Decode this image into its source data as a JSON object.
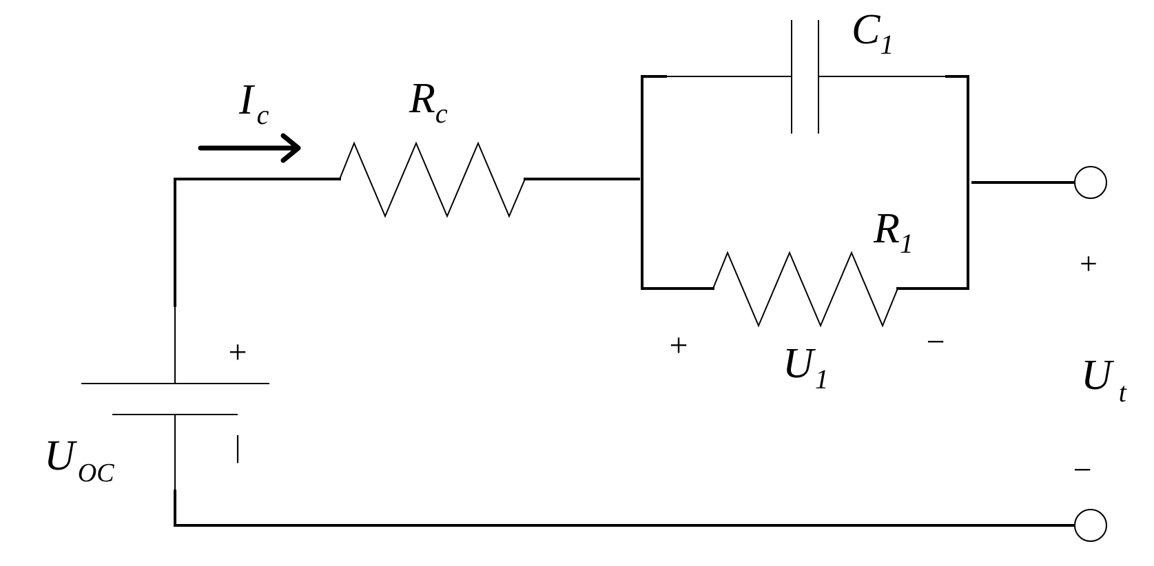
{
  "labels": {
    "current": {
      "main": "I",
      "sub": "c"
    },
    "series_resistor": {
      "main": "R",
      "sub": "c"
    },
    "capacitor": {
      "main": "C",
      "sub": "1"
    },
    "parallel_resistor": {
      "main": "R",
      "sub": "1"
    },
    "rc_voltage": {
      "main": "U",
      "sub": "1"
    },
    "terminal_voltage": {
      "main": "U",
      "sub": "t"
    },
    "source_voltage": {
      "main": "U",
      "sub": "OC"
    }
  },
  "signs": {
    "source_plus": "+",
    "source_minus": "|",
    "rc_plus": "+",
    "rc_minus": "−",
    "terminal_plus": "+",
    "terminal_minus": "−"
  },
  "colors": {
    "stroke": "#000000",
    "background": "#ffffff"
  }
}
